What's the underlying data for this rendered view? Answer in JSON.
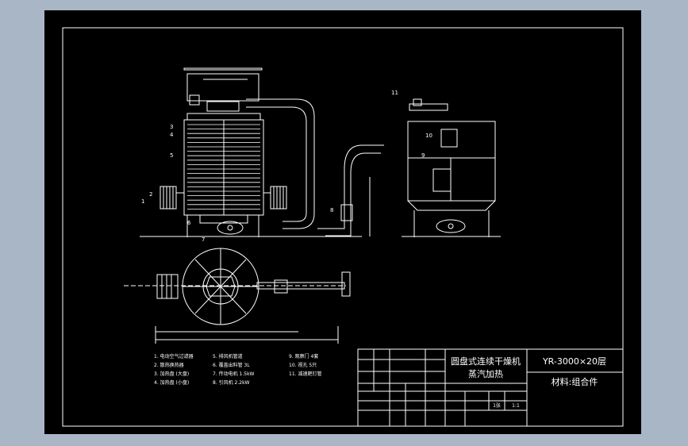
{
  "title_block": {
    "machine_name": "圆盘式连续干燥机",
    "heating": "蒸汽加热",
    "model": "YR-3000×20层",
    "material": "材料:组合件",
    "scale": "1:1",
    "sheet": "1张"
  },
  "parts": [
    {
      "no": "1.",
      "name": "电动空气过滤器"
    },
    {
      "no": "2.",
      "name": "散热换热器"
    },
    {
      "no": "3.",
      "name": "加热盘 (大盘)"
    },
    {
      "no": "4.",
      "name": "加热盘 (小盘)"
    },
    {
      "no": "5.",
      "name": "排风机管道"
    },
    {
      "no": "6.",
      "name": "覆盖出料管 3L"
    },
    {
      "no": "7.",
      "name": "传动电机 1.5kW"
    },
    {
      "no": "8.",
      "name": "引风机 2.2kW"
    },
    {
      "no": "9.",
      "name": "观察门 4套"
    },
    {
      "no": "10.",
      "name": "视孔 5只"
    },
    {
      "no": "11.",
      "name": "减速耙钉管"
    }
  ],
  "callouts": [
    "1",
    "2",
    "3",
    "4",
    "5",
    "6",
    "7",
    "8",
    "9",
    "10",
    "11"
  ],
  "colors": {
    "sheet": "#000000",
    "line": "#ffffff",
    "background": "#a9b6c6"
  }
}
